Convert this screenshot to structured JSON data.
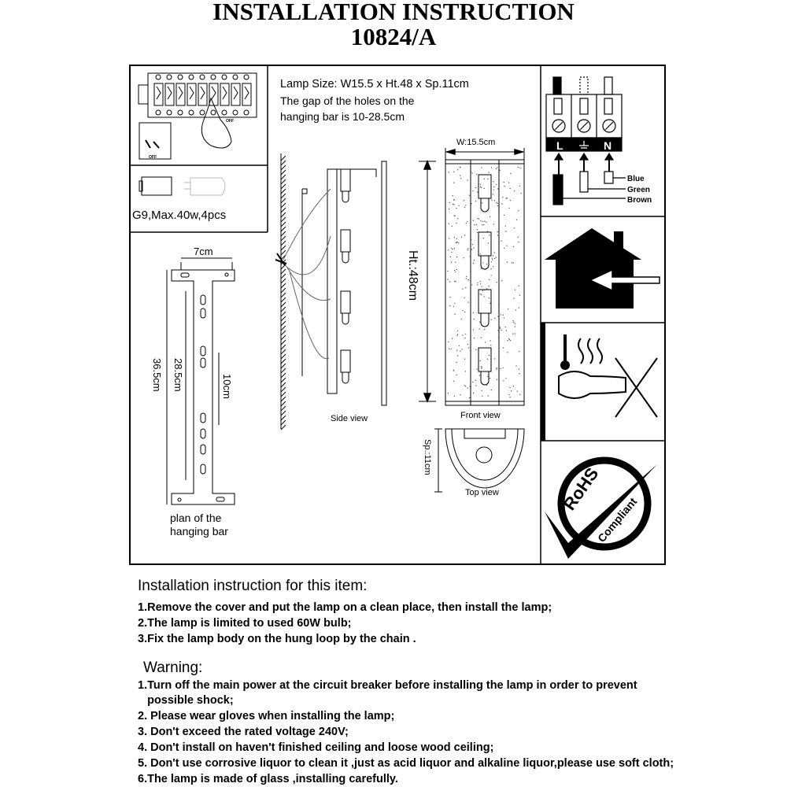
{
  "header": {
    "title": "INSTALLATION INSTRUCTION",
    "model": "10824/A"
  },
  "diagram": {
    "breaker_off": "OFF",
    "switch_off": "OFF",
    "bulb_spec": "G9,Max.40w,4pcs",
    "lamp_size": "Lamp Size: W15.5 x Ht.48 x Sp.11cm",
    "gap_line1": "The gap of the holes on the",
    "gap_line2": "hanging bar is 10-28.5cm",
    "width_label": "W:15.5cm",
    "height_label": "Ht.:48cm",
    "depth_label": "Sp.:11cm",
    "side_view": "Side view",
    "front_view": "Front view",
    "top_view": "Top view",
    "bar_width": "7cm",
    "bar_total": "36.5cm",
    "bar_gap_max": "28.5cm",
    "bar_gap_min": "10cm",
    "bar_caption_1": "plan of the",
    "bar_caption_2": "hanging bar",
    "terminal_L": "L",
    "terminal_N": "N",
    "wire_blue": "Blue",
    "wire_green": "Green",
    "wire_brown": "Brown",
    "rohs_1": "RoHS",
    "rohs_2": "Compliant"
  },
  "instructions": {
    "heading": "Installation instruction for this item:",
    "items": [
      "1.Remove the cover and put the lamp on a clean place, then install the lamp;",
      "2.The lamp is limited to used  60W bulb;",
      "3.Fix the lamp body on the  hung loop by the chain ."
    ]
  },
  "warning": {
    "heading": "Warning:",
    "items": [
      "1.Turn off the main power at the circuit breaker before installing the lamp in order to prevent",
      "   possible shock;",
      "2. Please wear gloves when installing the lamp;",
      "3. Don't exceed the rated voltage 240V;",
      "4. Don't install on haven't finished ceiling and loose wood ceiling;",
      "5. Don't use corrosive liquor to clean it ,just as acid liquor and alkaline liquor,please use soft cloth;",
      "6.The lamp is made of  glass ,installing carefully."
    ]
  }
}
